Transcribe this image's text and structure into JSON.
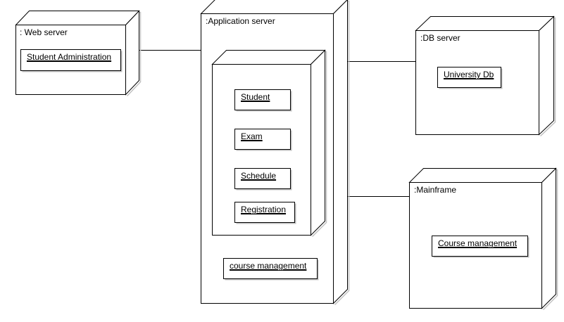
{
  "diagram": {
    "type": "UML deployment diagram",
    "colors": {
      "line": "#000000",
      "fill": "#ffffff",
      "shadow": "#c0c0c0"
    },
    "nodes": [
      {
        "id": "web",
        "label": ": Web server",
        "components": [
          {
            "label": "Student Administration"
          }
        ]
      },
      {
        "id": "app",
        "label": ":Application server",
        "inner_node": {
          "label": "",
          "components": [
            {
              "label": "Student"
            },
            {
              "label": "Exam"
            },
            {
              "label": "Schedule"
            },
            {
              "label": "Registration"
            }
          ]
        },
        "components": [
          {
            "label": "course management"
          }
        ]
      },
      {
        "id": "db",
        "label": ":DB server",
        "components": [
          {
            "label": "University Db"
          }
        ]
      },
      {
        "id": "mainframe",
        "label": ":Mainframe",
        "components": [
          {
            "label": "Course management"
          }
        ]
      }
    ],
    "connections": [
      {
        "from": "web",
        "to": "app"
      },
      {
        "from": "app",
        "to": "db"
      },
      {
        "from": "app",
        "to": "mainframe"
      }
    ]
  }
}
